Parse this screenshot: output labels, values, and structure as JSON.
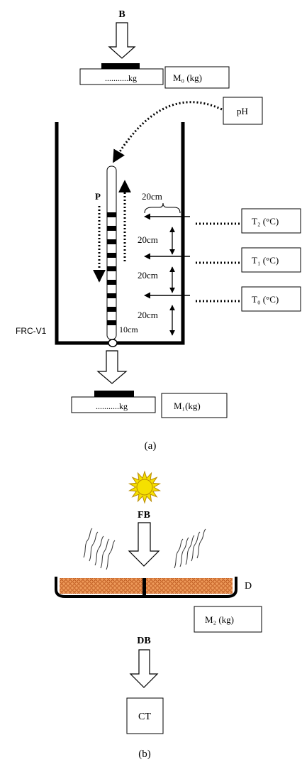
{
  "panel_a": {
    "top_label": "B",
    "scale_top_reading": "...........kg",
    "scale_top_mass": "M₀ (kg)",
    "ph_label": "pH",
    "probe_label": "P",
    "spacing_20cm_a": "20cm",
    "spacing_20cm_b": "20cm",
    "spacing_20cm_c": "20cm",
    "spacing_20cm_d": "20cm",
    "spacing_10cm": "10cm",
    "temp_2": "T₂ (°C)",
    "temp_1": "T₁ (°C)",
    "temp_0": "T₀ (°C)",
    "vessel_label": "FRC-V1",
    "scale_bottom_reading": "...........kg",
    "scale_bottom_mass": "M₁(kg)",
    "caption": "(a)"
  },
  "panel_b": {
    "sun_icon": "sun-icon",
    "feed_label": "FB",
    "dish_label": "D",
    "dish_mass": "M₂ (kg)",
    "dried_label": "DB",
    "output_label": "CT",
    "caption": "(b)"
  },
  "colors": {
    "sun_fill": "#f5e000",
    "sun_stroke": "#b88a00",
    "dish_fill": "#ee9a5a",
    "dish_dots": "#b04a12"
  }
}
